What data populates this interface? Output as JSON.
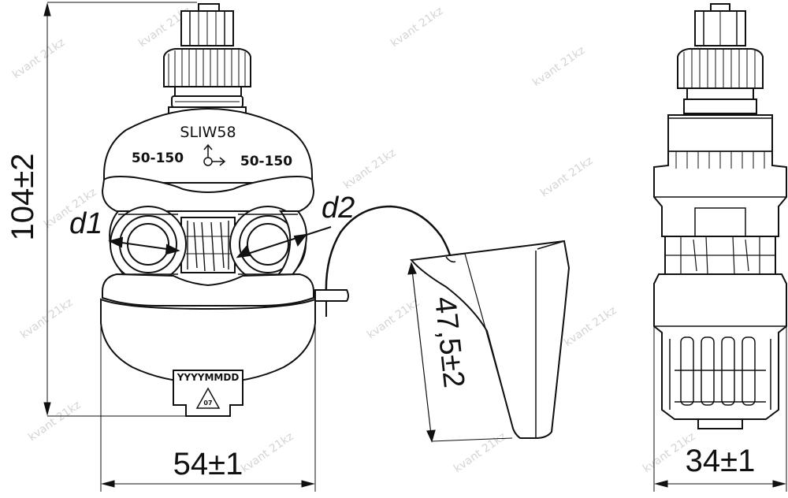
{
  "drawing": {
    "model": "SLIW58",
    "range_left": "50-150",
    "range_right": "50-150",
    "date_code": "YYYYMMDD",
    "recycle_code": "07",
    "label_d1": "d1",
    "label_d2": "d2",
    "dim_height": "104±2",
    "dim_width": "54±1",
    "dim_cap": "47,5±2",
    "dim_side_width": "34±1",
    "watermark": "kvant 21kz"
  },
  "colors": {
    "line": "#111111",
    "watermark": "#d2d2d2"
  }
}
